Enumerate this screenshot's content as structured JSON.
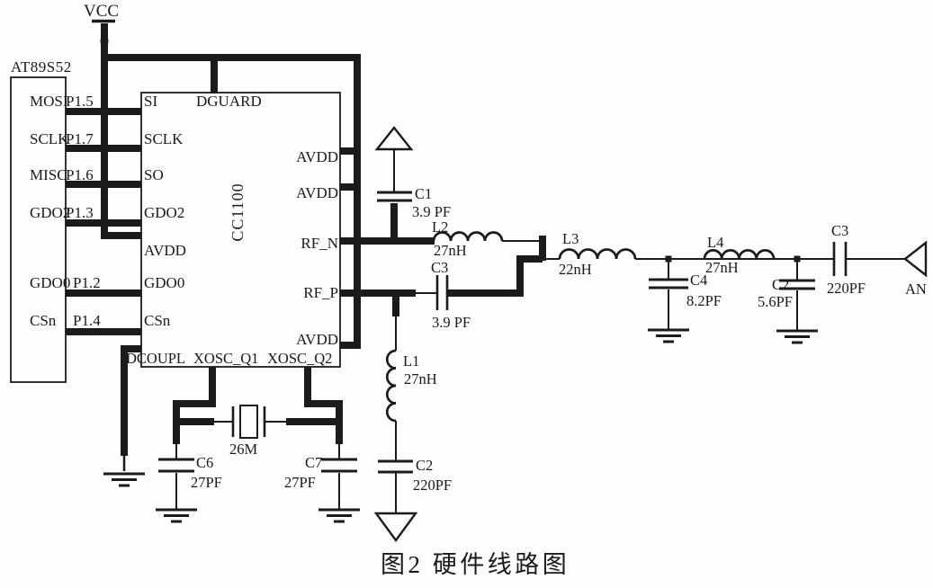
{
  "figure": {
    "caption": "图2 硬件线路图"
  },
  "power": {
    "vcc_label": "VCC"
  },
  "mcu": {
    "name": "AT89S52",
    "pins": [
      {
        "signal": "MOSI",
        "port": "P1.5",
        "chip_pin": "SI"
      },
      {
        "signal": "SCLK",
        "port": "P1.7",
        "chip_pin": "SCLK"
      },
      {
        "signal": "MISC",
        "port": "P1.6",
        "chip_pin": "SO"
      },
      {
        "signal": "GDO2",
        "port": "P1.3",
        "chip_pin": "GDO2"
      },
      {
        "signal": "GDO0",
        "port": "P1.2",
        "chip_pin": "GDO0"
      },
      {
        "signal": "CSn",
        "port": "P1.4",
        "chip_pin": "CSn"
      }
    ]
  },
  "chip": {
    "name": "CC1100",
    "left_avdd": "AVDD",
    "top_pin": "DGUARD",
    "right_pins": {
      "avdd1": "AVDD",
      "avdd2": "AVDD",
      "rf_n": "RF_N",
      "rf_p": "RF_P",
      "avdd3": "AVDD"
    },
    "bottom_pins": {
      "dcoupl": "DCOUPL",
      "xosc_q1": "XOSC_Q1",
      "xosc_q2": "XOSC_Q2"
    }
  },
  "components": {
    "c1": {
      "ref": "C1",
      "value": "3.9 PF"
    },
    "l2": {
      "ref": "L2",
      "value": "27nH"
    },
    "c3a": {
      "ref": "C3",
      "value": "3.9 PF"
    },
    "l1": {
      "ref": "L1",
      "value": "27nH"
    },
    "c2b": {
      "ref": "C2",
      "value": "220PF"
    },
    "l3": {
      "ref": "L3",
      "value": "22nH"
    },
    "c4": {
      "ref": "C4",
      "value": "8.2PF"
    },
    "l4": {
      "ref": "L4",
      "value": "27nH"
    },
    "c2r": {
      "ref": "C2",
      "value": "5.6PF"
    },
    "c3b": {
      "ref": "C3",
      "value": "220PF"
    },
    "xtal": {
      "value": "26M"
    },
    "c6": {
      "ref": "C6",
      "value": "27PF"
    },
    "c7": {
      "ref": "C7",
      "value": "27PF"
    }
  },
  "antenna": {
    "label": "AN"
  }
}
